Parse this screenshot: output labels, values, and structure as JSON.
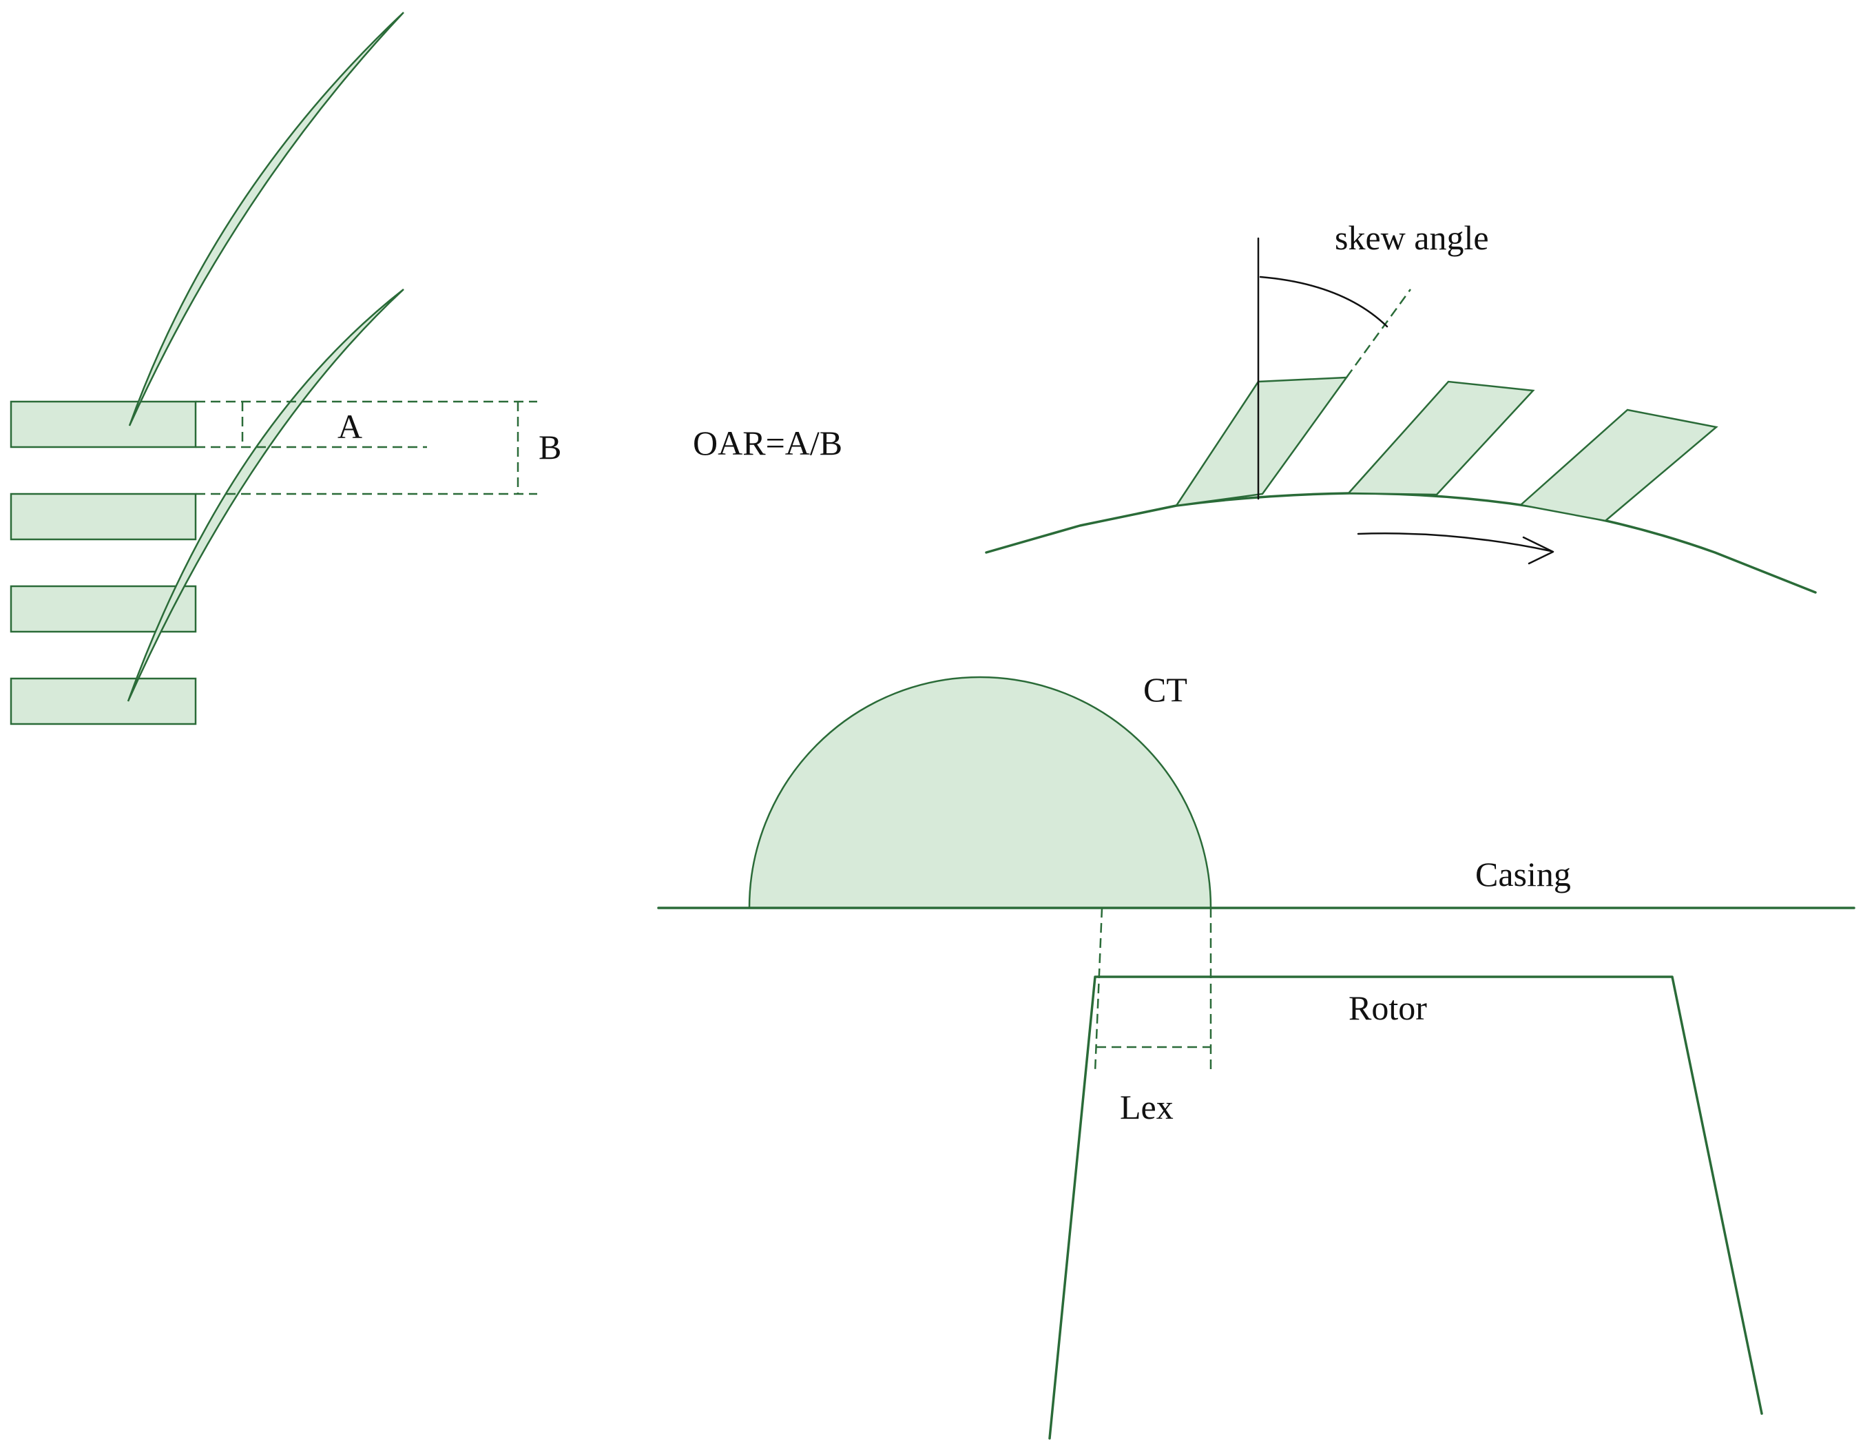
{
  "labels": {
    "a": "A",
    "b": "B",
    "oar": "OAR=A/B",
    "skew_angle": "skew angle",
    "ct": "CT",
    "casing": "Casing",
    "rotor": "Rotor",
    "lex": "Lex"
  },
  "colors": {
    "fill": "#d7ead9",
    "stroke": "#2a6b38",
    "text": "#111111"
  }
}
